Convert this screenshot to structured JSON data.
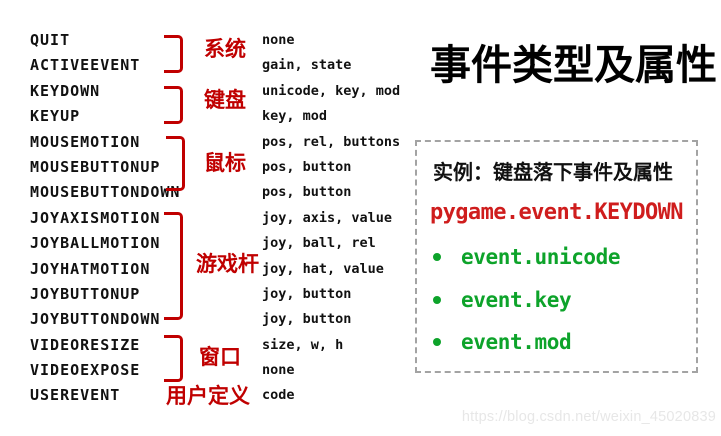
{
  "title": "事件类型及属性",
  "events": [
    {
      "name": "QUIT",
      "attrs": "none"
    },
    {
      "name": "ACTIVEEVENT",
      "attrs": "gain, state"
    },
    {
      "name": "KEYDOWN",
      "attrs": "unicode, key, mod"
    },
    {
      "name": "KEYUP",
      "attrs": "key, mod"
    },
    {
      "name": "MOUSEMOTION",
      "attrs": "pos, rel, buttons"
    },
    {
      "name": "MOUSEBUTTONUP",
      "attrs": "pos, button"
    },
    {
      "name": "MOUSEBUTTONDOWN",
      "attrs": "pos, button"
    },
    {
      "name": "JOYAXISMOTION",
      "attrs": "joy, axis, value"
    },
    {
      "name": "JOYBALLMOTION",
      "attrs": "joy, ball, rel"
    },
    {
      "name": "JOYHATMOTION",
      "attrs": "joy, hat, value"
    },
    {
      "name": "JOYBUTTONUP",
      "attrs": "joy, button"
    },
    {
      "name": "JOYBUTTONDOWN",
      "attrs": "joy, button"
    },
    {
      "name": "VIDEORESIZE",
      "attrs": "size, w, h"
    },
    {
      "name": "VIDEOEXPOSE",
      "attrs": "none"
    },
    {
      "name": "USEREVENT",
      "attrs": "code"
    }
  ],
  "groups": [
    {
      "label": "系统"
    },
    {
      "label": "键盘"
    },
    {
      "label": "鼠标"
    },
    {
      "label": "游戏杆"
    },
    {
      "label": "窗口"
    },
    {
      "label": "用户定义"
    }
  ],
  "example_box": {
    "heading": "实例：键盘落下事件及属性",
    "code": "pygame.event.KEYDOWN",
    "bullets": [
      {
        "text": "event.unicode"
      },
      {
        "text": "event.key"
      },
      {
        "text": "event.mod"
      }
    ]
  },
  "watermark": "https://blog.csdn.net/weixin_45020839",
  "colors": {
    "accent_red": "#c00000",
    "code_red": "#cf1d1d",
    "green": "#0da32a",
    "border_gray": "#a3a3a3",
    "watermark_gray": "#e7e7e7"
  }
}
